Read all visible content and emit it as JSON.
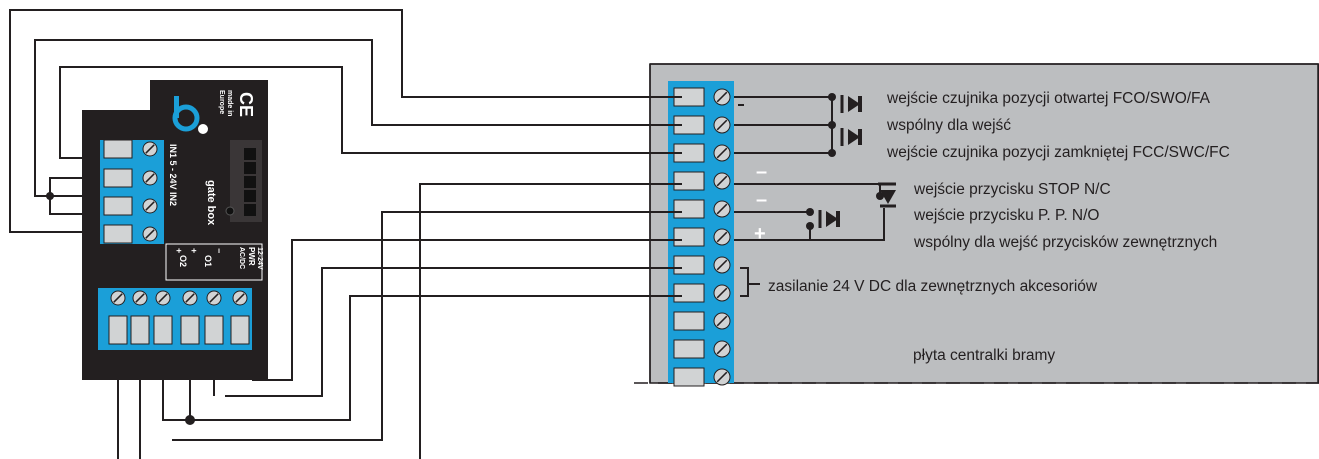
{
  "device": {
    "brand_logo": "gate box",
    "ce_mark": "CE",
    "made_in": "made in",
    "origin": "Europe",
    "inputs_label": "IN1  5 - 24V  IN2",
    "power_label": "12-24V",
    "pwr_label": "PWR",
    "acdc_label": "AC/DC",
    "out1_label": "O1",
    "out2_label": "O2",
    "plus_label": "+",
    "minus_label": "−"
  },
  "controller": {
    "board_label": "płyta centralki bramy",
    "terminals": [
      {
        "text": "wejście czujnika pozycji otwartej  FCO/SWO/FA"
      },
      {
        "text": "wspólny dla wejść"
      },
      {
        "text": "wejście czujnika pozycji zamkniętej FCC/SWC/FC"
      },
      {
        "text": "wejście przycisku STOP N/C"
      },
      {
        "text": "wejście przycisku P. P. N/O"
      },
      {
        "text": "wspólny dla wejść przycisków zewnętrznych"
      },
      {
        "text": "zasilanie 24 V DC dla zewnętrznych akcesoriów"
      }
    ],
    "signs": {
      "minus1": "–",
      "minus2": "–",
      "plus": "+"
    }
  },
  "colors": {
    "device_body": "#231f20",
    "terminal_blue": "#1b9fd8",
    "board_gray": "#bcbec0",
    "wire": "#231f20"
  }
}
